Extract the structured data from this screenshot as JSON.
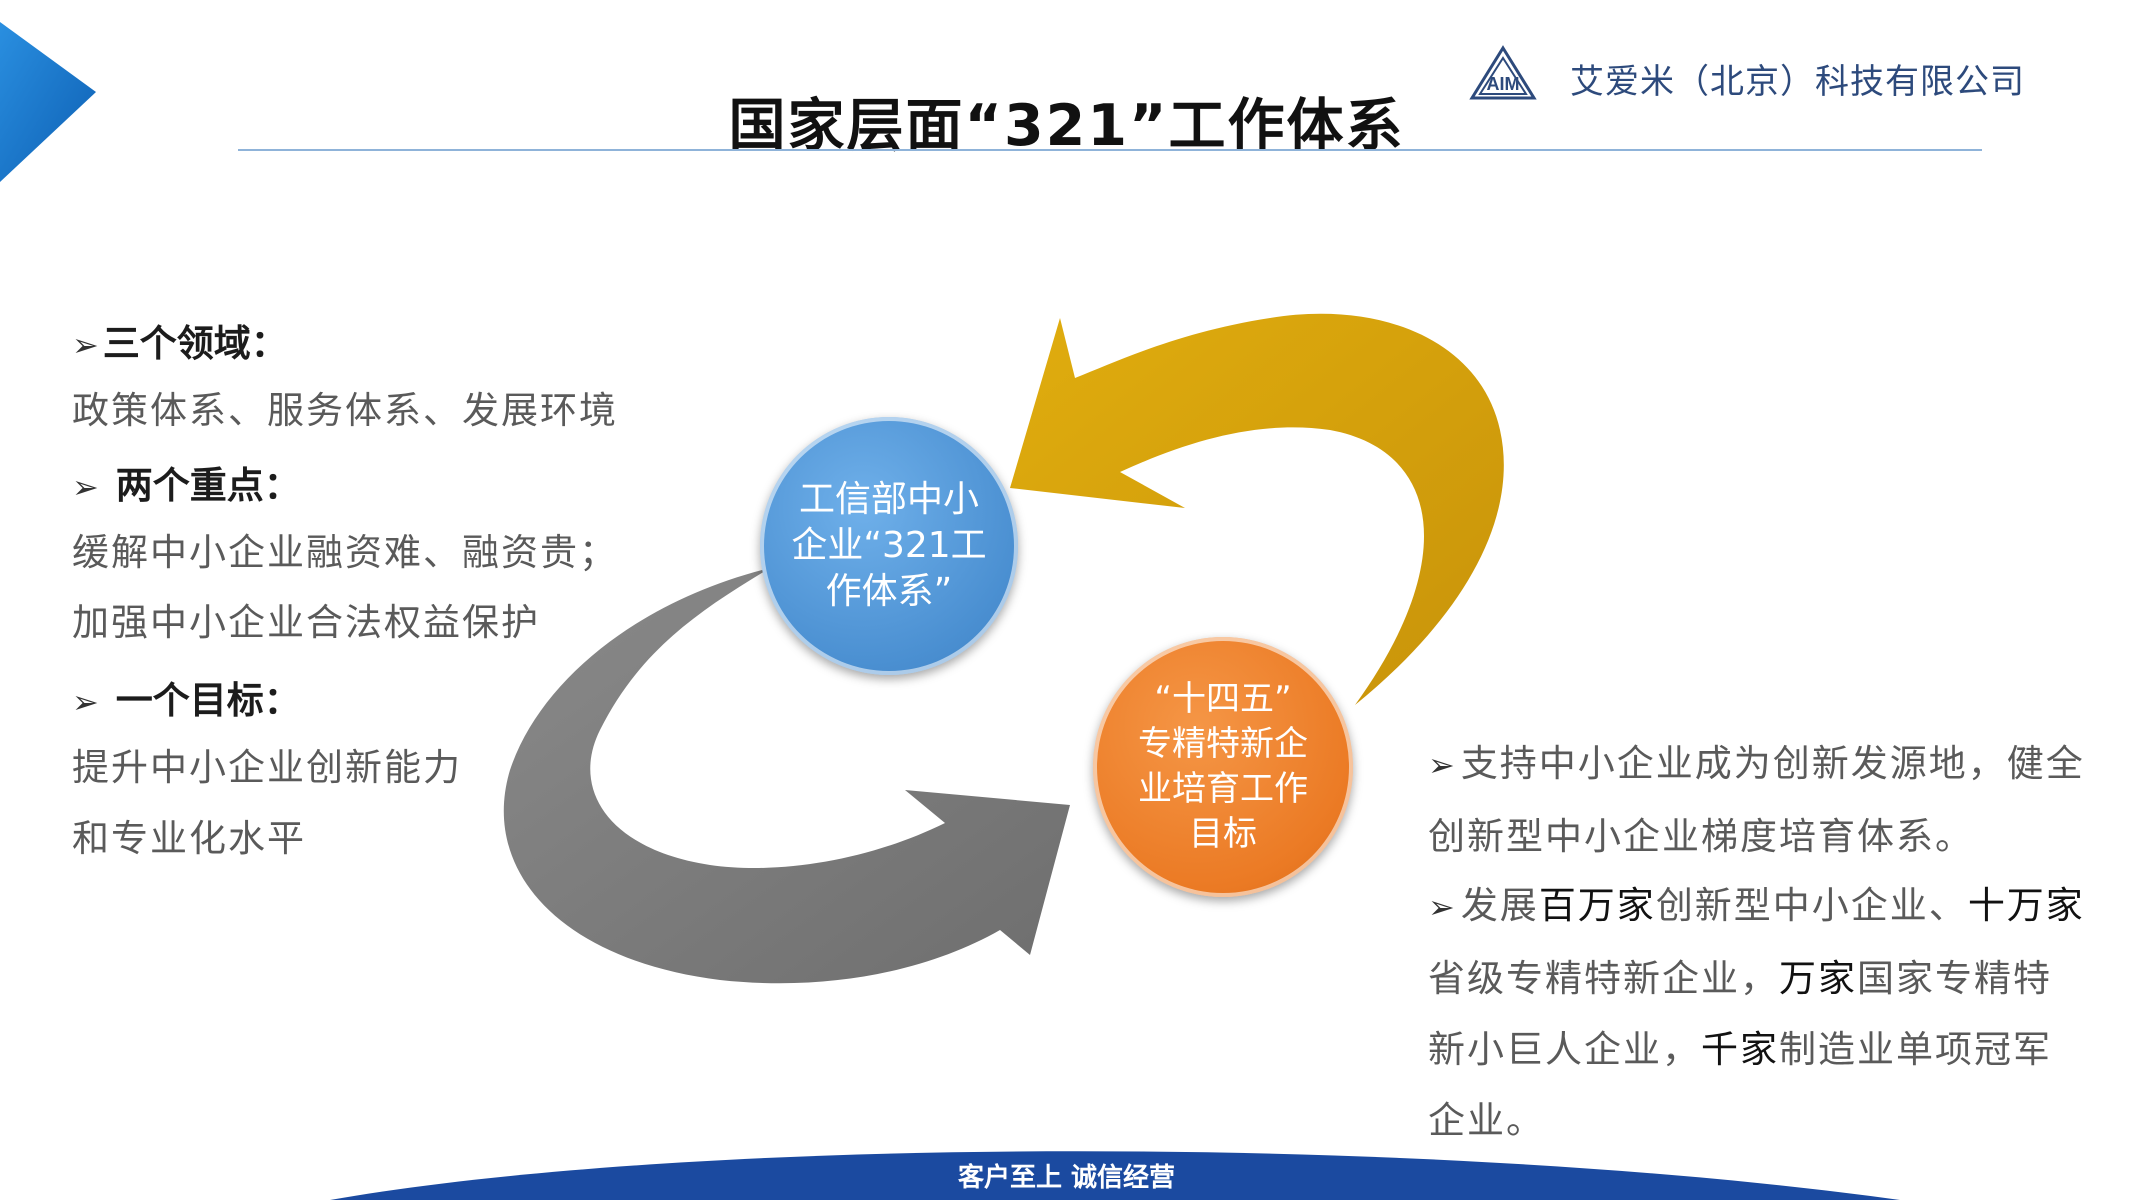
{
  "header": {
    "title": "国家层面“321”工作体系",
    "company_name": "艾爱米（北京）科技有限公司",
    "logo_text": "AIM"
  },
  "left_panel": {
    "sections": [
      {
        "heading": "三个领域：",
        "lines": [
          "政策体系、服务体系、发展环境"
        ]
      },
      {
        "heading": " 两个重点：",
        "lines": [
          "缓解中小企业融资难、融资贵；",
          "加强中小企业合法权益保护"
        ]
      },
      {
        "heading": " 一个目标：",
        "lines": [
          "提升中小企业创新能力",
          "和专业化水平"
        ]
      }
    ]
  },
  "diagram": {
    "blue_circle": {
      "lines": [
        "工信部中小",
        "企业“321工",
        "作体系”"
      ]
    },
    "orange_circle": {
      "lines": [
        "“十四五”",
        "专精特新企",
        "业培育工作",
        "目标"
      ]
    },
    "colors": {
      "gold_arrow": "#d4a106",
      "gray_arrow": "#7f7f7f",
      "blue": "#4a8fd1",
      "orange": "#eb7a24"
    }
  },
  "right_panel": {
    "para1": "支持中小企业成为创新发源地，健全创新型中小企业梯度培育体系。",
    "para2_parts": [
      {
        "text": "发展",
        "bold": false
      },
      {
        "text": "百万家",
        "bold": true
      },
      {
        "text": "创新型中小企业、",
        "bold": false
      },
      {
        "text": "十万家",
        "bold": true
      },
      {
        "text": "省级专精特新企业，",
        "bold": false
      },
      {
        "text": "万家",
        "bold": true
      },
      {
        "text": "国家专精特新小巨人企业，",
        "bold": false
      },
      {
        "text": "千家",
        "bold": true
      },
      {
        "text": "制造业单项冠军企业。",
        "bold": false
      }
    ]
  },
  "footer": {
    "slogan": "客户至上 诚信经营",
    "color": "#1b4aa0"
  }
}
